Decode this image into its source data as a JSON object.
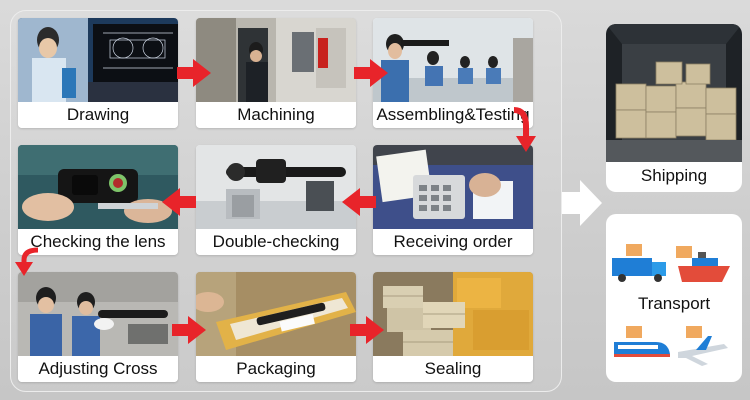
{
  "steps": {
    "drawing": "Drawing",
    "machining": "Machining",
    "assembling": "Assembling&Testing",
    "checking_lens": "Checking the lens",
    "double_checking": "Double-checking",
    "receiving_order": "Receiving order",
    "adjusting_cross": "Adjusting Cross",
    "packaging": "Packaging",
    "sealing": "Sealing"
  },
  "side": {
    "shipping": "Shipping",
    "transport": "Transport"
  },
  "colors": {
    "arrow_red": "#e8242a",
    "big_arrow": "#ffffff",
    "background": "#d3d3d3"
  }
}
